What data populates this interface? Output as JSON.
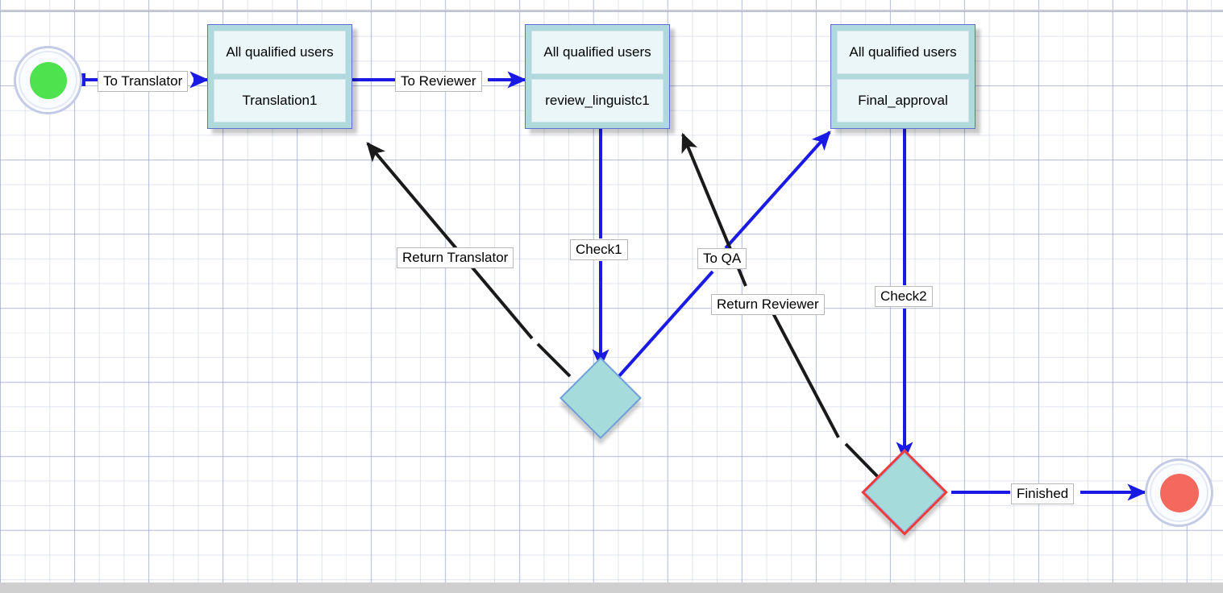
{
  "diagram": {
    "type": "workflow-editor-canvas",
    "colors": {
      "task_fill": "#afd9dd",
      "task_panel": "#eaf6f8",
      "task_border": "#5a6fd0",
      "gateway_fill": "#a5dbdb",
      "gateway_border": "#6f9fd8",
      "gateway_selected_border": "#ef3b3b",
      "edge_blue": "#1a1ae6",
      "edge_black": "#1a1a1a",
      "start_core": "#4ee34e",
      "end_core": "#f4685e",
      "grid_line": "#aab4d7"
    },
    "nodes": {
      "start": {
        "name": "start-event"
      },
      "end": {
        "name": "end-event"
      },
      "task1": {
        "role": "All qualified users",
        "name": "Translation1"
      },
      "task2": {
        "role": "All qualified users",
        "name": "review_linguistc1"
      },
      "task3": {
        "role": "All qualified users",
        "name": "Final_approval"
      },
      "gateway1": {
        "name": "check1-gateway",
        "selected": false
      },
      "gateway2": {
        "name": "check2-gateway",
        "selected": true
      }
    },
    "edges": [
      {
        "id": "e1",
        "label": "To Translator",
        "color": "blue",
        "from": "start",
        "to": "task1"
      },
      {
        "id": "e2",
        "label": "To Reviewer",
        "color": "blue",
        "from": "task1",
        "to": "task2"
      },
      {
        "id": "e3",
        "label": "Check1",
        "color": "blue",
        "from": "task2",
        "to": "gateway1"
      },
      {
        "id": "e4",
        "label": "Return Translator",
        "color": "black",
        "from": "gateway1",
        "to": "task1"
      },
      {
        "id": "e5",
        "label": "To QA",
        "color": "blue",
        "from": "gateway1",
        "to": "task3"
      },
      {
        "id": "e6",
        "label": "Check2",
        "color": "blue",
        "from": "task3",
        "to": "gateway2"
      },
      {
        "id": "e7",
        "label": "Return Reviewer",
        "color": "black",
        "from": "gateway2",
        "to": "task2"
      },
      {
        "id": "e8",
        "label": "Finished",
        "color": "blue",
        "from": "gateway2",
        "to": "end"
      }
    ]
  }
}
